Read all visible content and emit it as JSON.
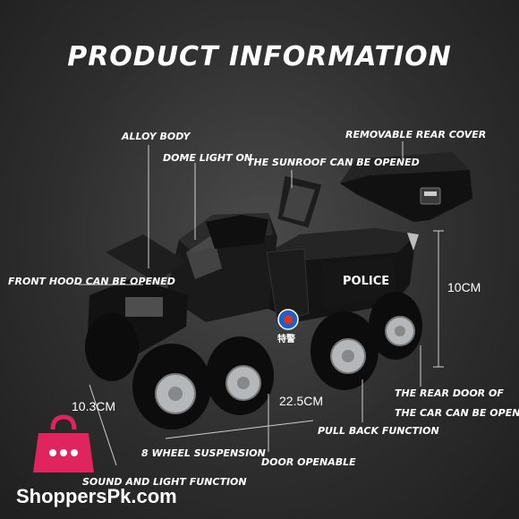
{
  "title": "PRODUCT INFORMATION",
  "labels": {
    "alloy_body": "ALLOY BODY",
    "dome_light": "DOME LIGHT ON",
    "sunroof": "THE SUNROOF CAN BE OPENED",
    "rear_cover": "REMOVABLE REAR COVER",
    "front_hood": "FRONT HOOD CAN BE OPENED",
    "rear_door_1": "THE REAR DOOR OF",
    "rear_door_2": "THE CAR CAN BE OPENED",
    "pull_back": "PULL BACK FUNCTION",
    "suspension": "8 WHEEL SUSPENSION",
    "door": "DOOR OPENABLE",
    "sound_light": "SOUND AND LIGHT FUNCTION"
  },
  "dimensions": {
    "height": "10CM",
    "width": "10.3CM",
    "length": "22.5CM"
  },
  "vehicle": {
    "police_text": "POLICE",
    "chinese_text": "特警"
  },
  "brand": {
    "name": "ShoppersPk.com"
  },
  "colors": {
    "background": "#2e2e2e",
    "vehicle_body": "#151515",
    "tire": "#0c0c0c",
    "rim": "#b5b8bb",
    "logo": "#e0245e"
  }
}
